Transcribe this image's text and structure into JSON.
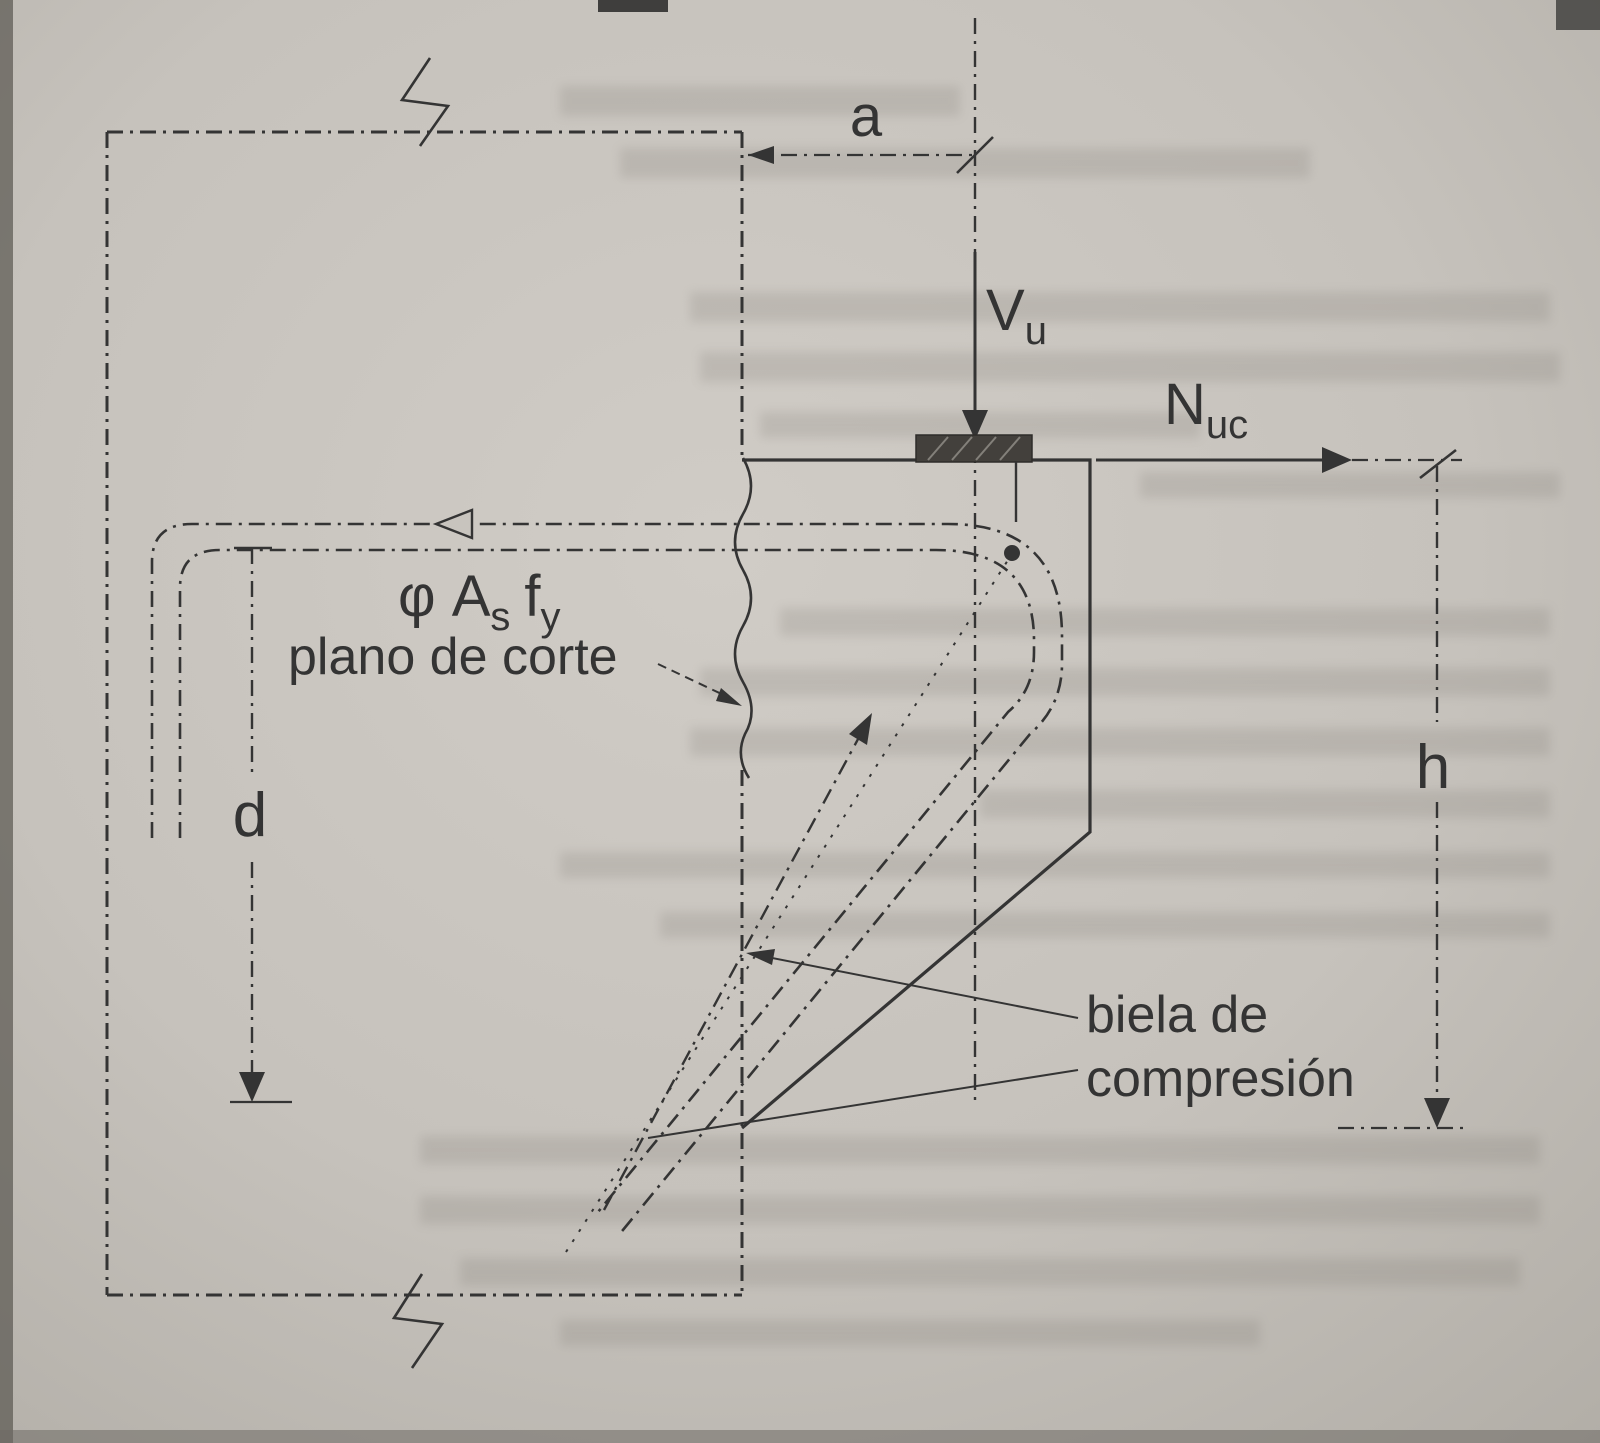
{
  "labels": {
    "dim_a": "a",
    "vu_main": "V",
    "vu_sub": "u",
    "nuc_main": "N",
    "nuc_sub": "uc",
    "dim_h": "h",
    "dim_d": "d",
    "rebar_part1": "φ A",
    "rebar_sub_s": "s",
    "rebar_part2": "f",
    "rebar_sub_y": "y",
    "shear_plane": "plano de corte",
    "strut_line1": "biela de",
    "strut_line2": "compresión"
  },
  "colors": {
    "paper": "#c8c4be",
    "ink": "#343434",
    "bearing_plate": "#43403c"
  }
}
